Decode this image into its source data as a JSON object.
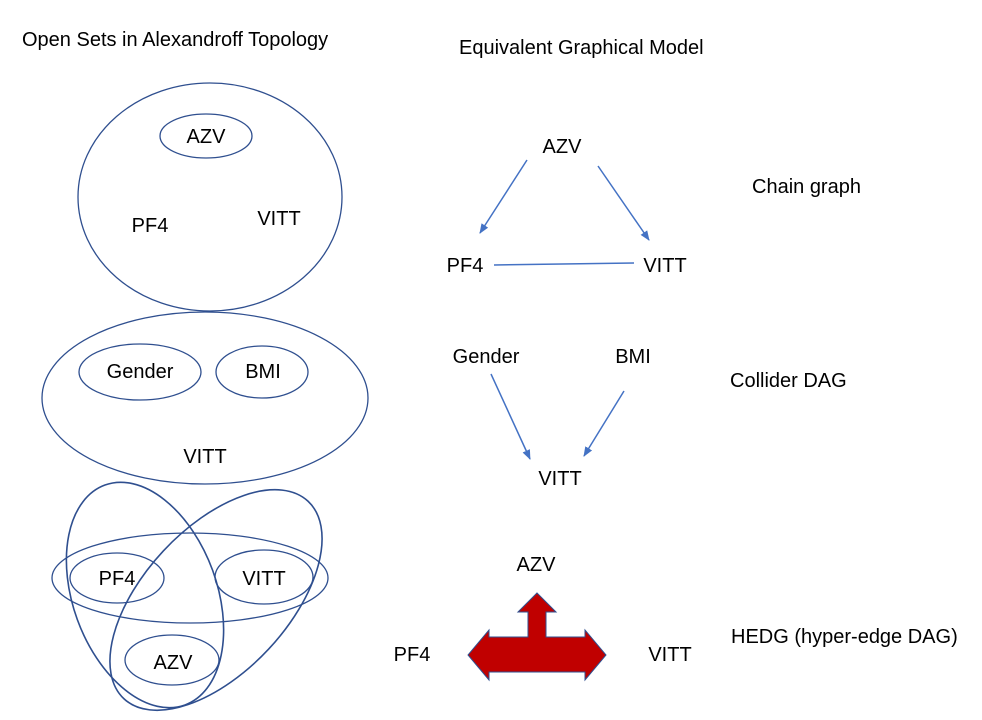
{
  "headings": {
    "left": "Open Sets in Alexandroff Topology",
    "right": "Equivalent Graphical Model"
  },
  "colors": {
    "outline": "#2f4f8f",
    "arrow": "#4472c4",
    "hyperedge_fill": "#c00000",
    "hyperedge_stroke": "#2f4f8f"
  },
  "chain": {
    "caption": "Chain graph",
    "set_azv": "AZV",
    "set_pf4": "PF4",
    "set_vitt": "VITT",
    "node_azv": "AZV",
    "node_pf4": "PF4",
    "node_vitt": "VITT"
  },
  "collider": {
    "caption": "Collider DAG",
    "set_gender": "Gender",
    "set_bmi": "BMI",
    "set_vitt": "VITT",
    "node_gender": "Gender",
    "node_bmi": "BMI",
    "node_vitt": "VITT"
  },
  "hedg": {
    "caption": "HEDG (hyper-edge DAG)",
    "set_pf4": "PF4",
    "set_vitt": "VITT",
    "set_azv": "AZV",
    "node_azv": "AZV",
    "node_pf4": "PF4",
    "node_vitt": "VITT"
  }
}
